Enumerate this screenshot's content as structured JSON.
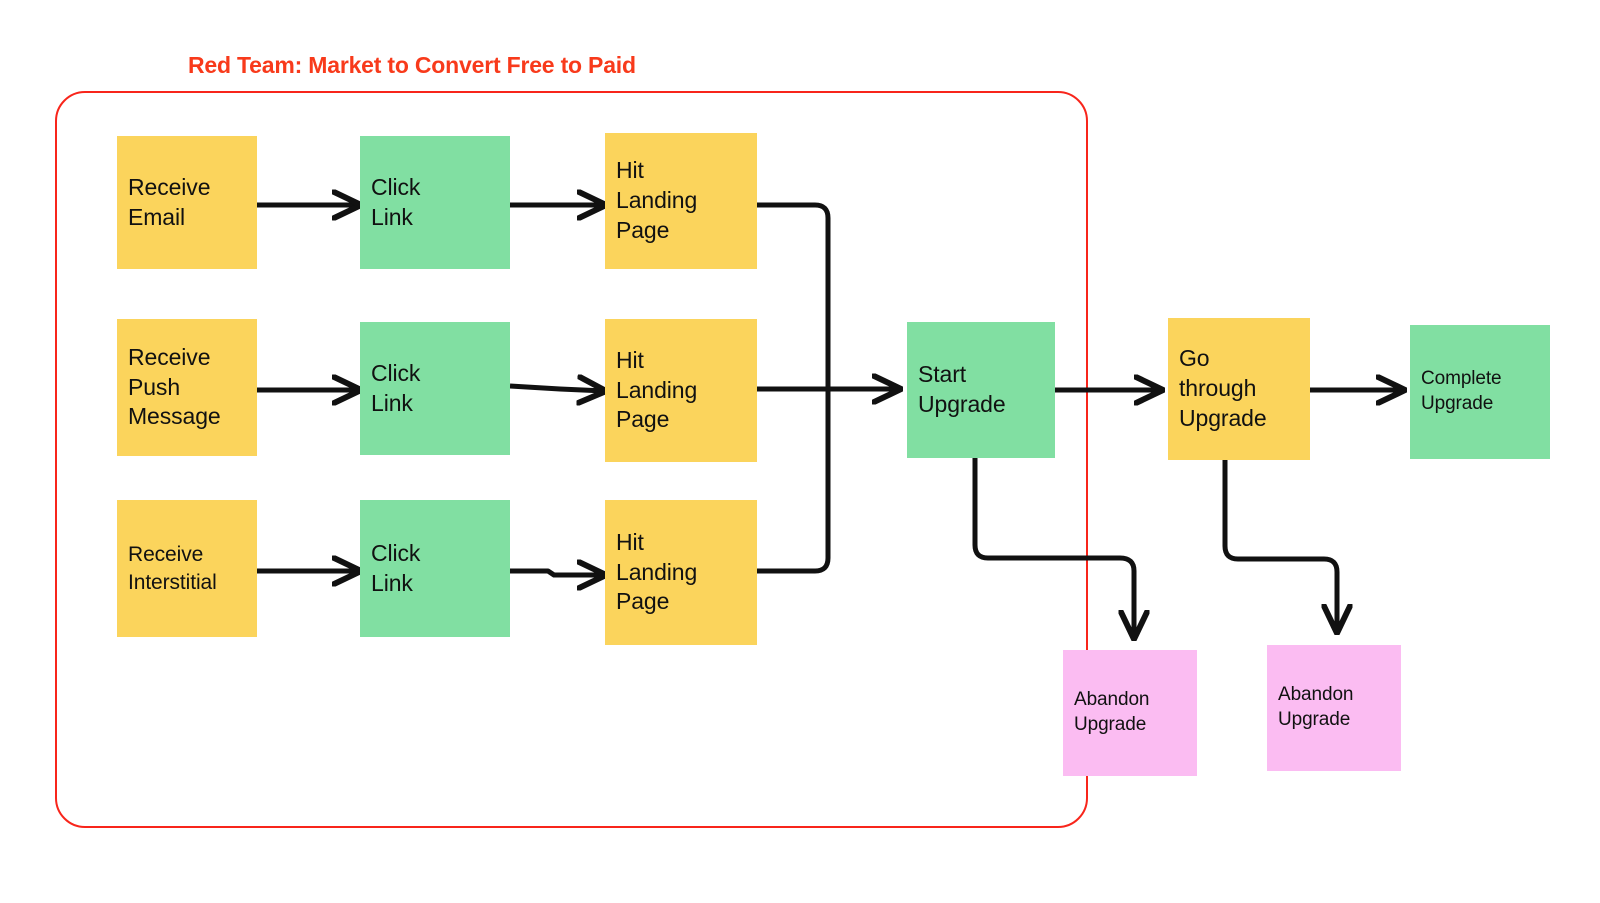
{
  "title": "Red Team: Market to Convert Free to Paid",
  "colors": {
    "title": "#F83A1B",
    "frame": "#F8251B",
    "yellow": "#FBD45C",
    "green": "#81DFA2",
    "pink": "#FBBCF2",
    "connector": "#111111",
    "text": "#111111",
    "background": "#FFFFFF"
  },
  "nodes": [
    {
      "id": "receive-email",
      "label": "Receive\nEmail",
      "color": "yellow"
    },
    {
      "id": "click-link-1",
      "label": "Click\nLink",
      "color": "green"
    },
    {
      "id": "hit-landing-page-1",
      "label": "Hit\nLanding\nPage",
      "color": "yellow"
    },
    {
      "id": "receive-push-message",
      "label": "Receive\nPush\nMessage",
      "color": "yellow"
    },
    {
      "id": "click-link-2",
      "label": "Click\nLink",
      "color": "green"
    },
    {
      "id": "hit-landing-page-2",
      "label": "Hit\nLanding\nPage",
      "color": "yellow"
    },
    {
      "id": "receive-interstitial",
      "label": "Receive\nInterstitial",
      "color": "yellow"
    },
    {
      "id": "click-link-3",
      "label": "Click\nLink",
      "color": "green"
    },
    {
      "id": "hit-landing-page-3",
      "label": "Hit\nLanding\nPage",
      "color": "yellow"
    },
    {
      "id": "start-upgrade",
      "label": "Start\nUpgrade",
      "color": "green"
    },
    {
      "id": "go-through-upgrade",
      "label": "Go\nthrough\nUpgrade",
      "color": "yellow"
    },
    {
      "id": "complete-upgrade",
      "label": "Complete\nUpgrade",
      "color": "green"
    },
    {
      "id": "abandon-upgrade-1",
      "label": "Abandon\nUpgrade",
      "color": "pink"
    },
    {
      "id": "abandon-upgrade-2",
      "label": "Abandon\nUpgrade",
      "color": "pink"
    }
  ],
  "edges": [
    {
      "from": "receive-email",
      "to": "click-link-1"
    },
    {
      "from": "click-link-1",
      "to": "hit-landing-page-1"
    },
    {
      "from": "receive-push-message",
      "to": "click-link-2"
    },
    {
      "from": "click-link-2",
      "to": "hit-landing-page-2"
    },
    {
      "from": "receive-interstitial",
      "to": "click-link-3"
    },
    {
      "from": "click-link-3",
      "to": "hit-landing-page-3"
    },
    {
      "from": "hit-landing-page-1",
      "to": "start-upgrade"
    },
    {
      "from": "hit-landing-page-2",
      "to": "start-upgrade"
    },
    {
      "from": "hit-landing-page-3",
      "to": "start-upgrade"
    },
    {
      "from": "start-upgrade",
      "to": "go-through-upgrade"
    },
    {
      "from": "go-through-upgrade",
      "to": "complete-upgrade"
    },
    {
      "from": "start-upgrade",
      "to": "abandon-upgrade-1"
    },
    {
      "from": "go-through-upgrade",
      "to": "abandon-upgrade-2"
    }
  ]
}
